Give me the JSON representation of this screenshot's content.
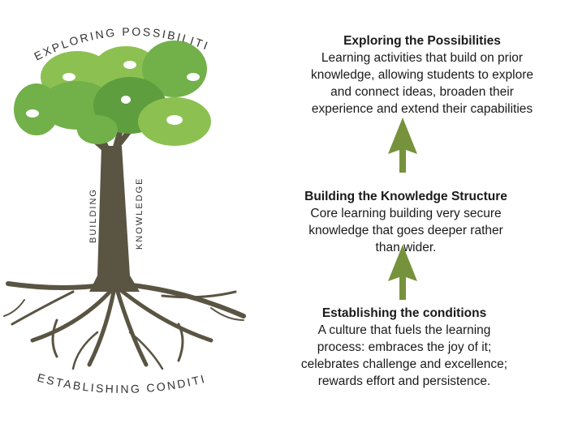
{
  "tree_labels": {
    "top": "EXPLORING POSSIBILITIES",
    "trunk_left": "BUILDING",
    "trunk_right": "KNOWLEDGE",
    "bottom": "ESTABLISHING CONDITIONS"
  },
  "stages": [
    {
      "title": "Exploring the Possibilities",
      "lines": [
        "Learning activities that build on prior",
        "knowledge, allowing students to explore",
        "and connect ideas, broaden their",
        "experience and extend their capabilities"
      ]
    },
    {
      "title": "Building the Knowledge Structure",
      "lines": [
        "Core learning building very secure",
        "knowledge that goes deeper rather",
        "than wider."
      ]
    },
    {
      "title": "Establishing the conditions",
      "lines": [
        "A culture that fuels the learning",
        "process: embraces the joy of it;",
        "celebrates challenge and excellence;",
        "rewards effort and persistence."
      ]
    }
  ],
  "colors": {
    "foliage_light": "#8cc152",
    "foliage_mid": "#72b04a",
    "foliage_dark": "#5e9e3e",
    "trunk": "#5a5443",
    "arrow": "#76923c",
    "text": "#1a1a1a"
  }
}
